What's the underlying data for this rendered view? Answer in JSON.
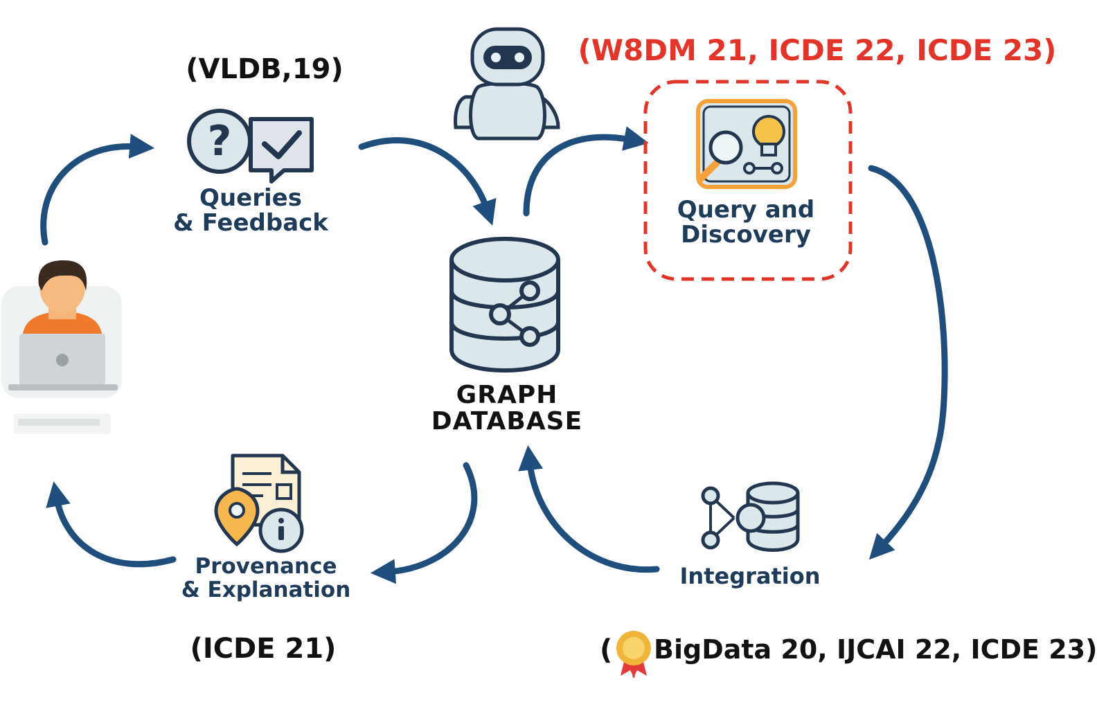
{
  "venues": {
    "queries": "(VLDB,19)",
    "discovery": "(W8DM 21, ICDE 22, ICDE 23)",
    "provenance": "(ICDE 21)",
    "integration_open": "(",
    "integration": "BigData 20, IJCAI 22, ICDE 23)"
  },
  "nodes": {
    "queries": {
      "line1": "Queries",
      "line2": "& Feedback",
      "icon": "question-check-bubble-icon"
    },
    "discovery": {
      "line1": "Query and",
      "line2": "Discovery",
      "icon": "search-lightbulb-icon"
    },
    "provenance": {
      "line1": "Provenance",
      "line2": "& Explanation",
      "icon": "document-info-icon"
    },
    "integration": {
      "line1": "Integration",
      "icon": "network-database-icon"
    },
    "database": {
      "line1": "GRAPH",
      "line2": "DATABASE",
      "icon": "graph-database-icon"
    },
    "user": {
      "icon": "user-laptop-icon"
    },
    "robot": {
      "icon": "robot-icon"
    }
  },
  "colors": {
    "arrow": "#1f4e7d",
    "outline": "#23364f",
    "icon_fill": "#dbe7ea",
    "highlight": "#e3342a",
    "accent_orange": "#f6a13a",
    "award": "#f2b53c"
  }
}
